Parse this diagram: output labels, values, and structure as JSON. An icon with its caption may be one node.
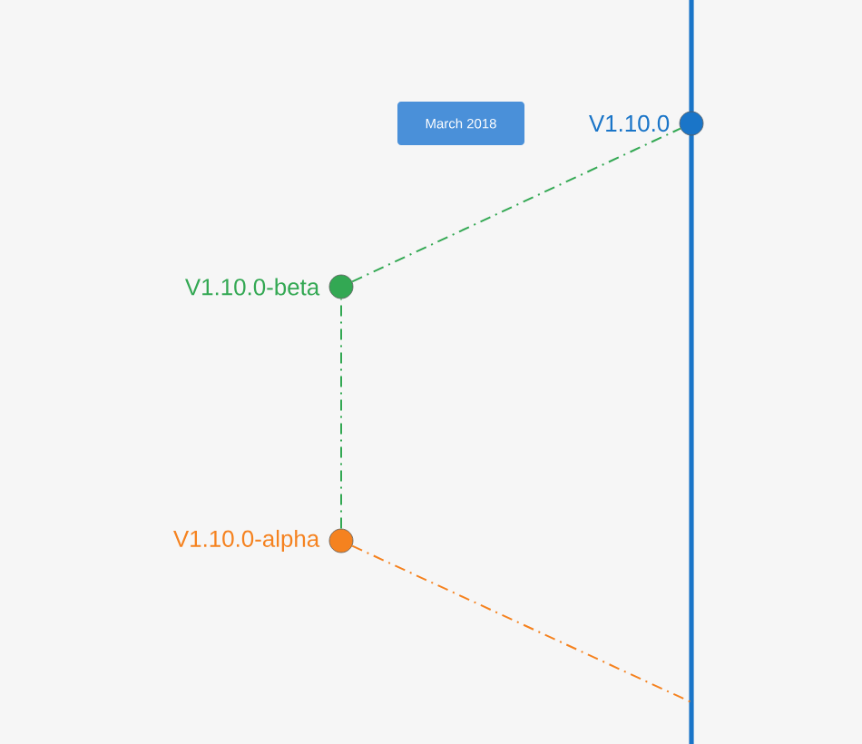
{
  "diagram": {
    "nodes": [
      {
        "text": [
          "March 2018"
        ]
      },
      {
        "text": [],
        "shape": "circle",
        "beside": [
          "V1.10.0"
        ]
      },
      {
        "text": [],
        "shape": "circle",
        "beside": [
          "V1.10.0-beta"
        ]
      },
      {
        "text": [],
        "shape": "circle",
        "beside": [
          "V1.10.0-alpha"
        ]
      }
    ],
    "edges": [
      {
        "from": 2,
        "to": 1,
        "arrow": "none",
        "style": "dashed"
      },
      {
        "from": 3,
        "to": 2,
        "arrow": "none",
        "style": "dashed"
      },
      {
        "from": 3,
        "to": null,
        "arrow": "none",
        "style": "dashed",
        "color": "#f5821f"
      }
    ]
  }
}
